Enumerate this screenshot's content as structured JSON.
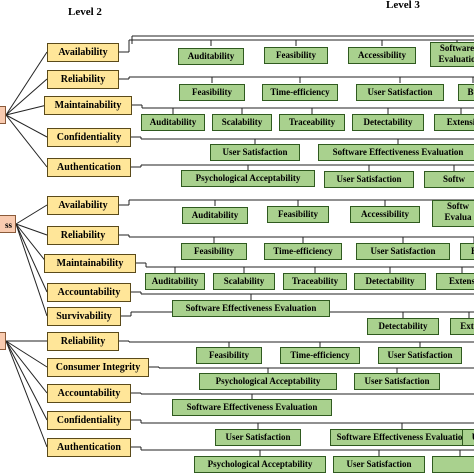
{
  "headers": {
    "level2": "Level 2",
    "level3": "Level 3"
  },
  "level1": [
    {
      "label": ""
    },
    {
      "label": "ss"
    },
    {
      "label": ""
    }
  ],
  "groups": [
    {
      "level2": [
        {
          "label": "Availability",
          "level3": [
            "Auditability",
            "Feasibility",
            "Accessibility",
            "Software Evaluatio"
          ]
        },
        {
          "label": "Reliability",
          "level3": [
            "Feasibility",
            "Time-efficiency",
            "User Satisfaction",
            "Bu"
          ]
        },
        {
          "label": "Maintainability",
          "level3": [
            "Auditability",
            "Scalability",
            "Traceability",
            "Detectability",
            "Extensi"
          ]
        },
        {
          "label": "Confidentiality",
          "level3": [
            "User Satisfaction",
            "Software Effectiveness Evaluation"
          ]
        },
        {
          "label": "Authentication",
          "level3": [
            "Psychological Acceptability",
            "User Satisfaction",
            "Softw"
          ]
        }
      ]
    },
    {
      "level2": [
        {
          "label": "Availability",
          "level3": [
            "Auditability",
            "Feasibility",
            "Accessibility",
            "Softw Evalua"
          ]
        },
        {
          "label": "Reliability",
          "level3": [
            "Feasibility",
            "Time-efficiency",
            "User Satisfaction",
            "B"
          ]
        },
        {
          "label": "Maintainability",
          "level3": [
            "Auditability",
            "Scalability",
            "Traceability",
            "Detectability",
            "Extens"
          ]
        },
        {
          "label": "Accountability",
          "level3": [
            "Software Effectiveness Evaluation"
          ]
        },
        {
          "label": "Survivability",
          "level3": [
            "Detectability",
            "Exte"
          ]
        }
      ]
    },
    {
      "level2": [
        {
          "label": "Reliability",
          "level3": [
            "Feasibility",
            "Time-efficiency",
            "User Satisfaction"
          ]
        },
        {
          "label": "Consumer Integrity",
          "level3": [
            "Psychological Acceptability",
            "User Satisfaction"
          ]
        },
        {
          "label": "Accountability",
          "level3": [
            "Software Effectiveness Evaluation"
          ]
        },
        {
          "label": "Confidentiality",
          "level3": [
            "User Satisfaction",
            "Software Effectiveness Evaluation",
            "U"
          ]
        },
        {
          "label": "Authentication",
          "level3": [
            "Psychological Acceptability",
            "User Satisfaction",
            ""
          ]
        }
      ]
    }
  ]
}
